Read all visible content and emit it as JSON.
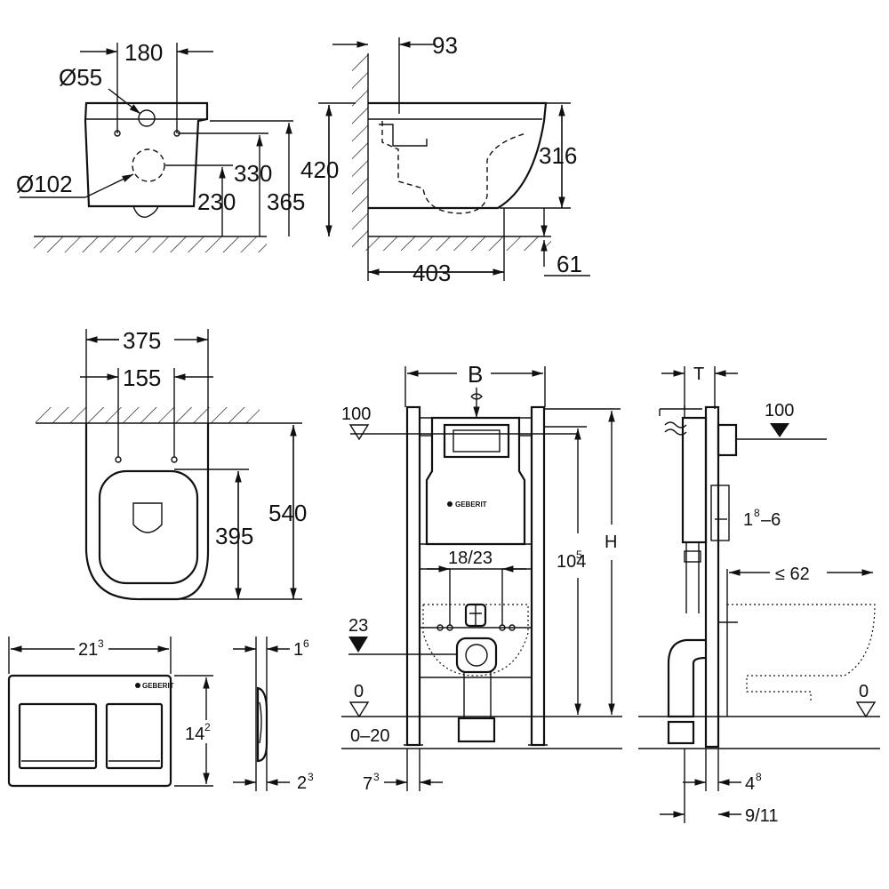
{
  "side_view": {
    "top_width": "180",
    "dia_small": "Ø55",
    "dia_large": "Ø102",
    "h_330": "330",
    "h_230": "230",
    "h_365": "365",
    "wall_offset": "93",
    "height_420": "420",
    "bowl_height": "316",
    "projection": "403",
    "rim_gap": "61"
  },
  "plan_view": {
    "width": "375",
    "bolt_spacing": "155",
    "depth_395": "395",
    "length_540": "540"
  },
  "flush_plate": {
    "width_main": "21",
    "width_sup": "3",
    "height_main": "14",
    "height_sup": "2",
    "thick_main": "1",
    "thick_sup": "6",
    "depth_main": "2",
    "depth_sup": "3",
    "brand": "GEBERIT"
  },
  "frame_front": {
    "width_label": "B",
    "level_100": "100",
    "level_23": "23",
    "level_0": "0",
    "range_0_20": "0–20",
    "spacing": "18/23",
    "h_main": "104",
    "h_sup": "5",
    "height_label": "H",
    "foot_main": "7",
    "foot_sup": "3",
    "brand": "GEBERIT"
  },
  "frame_side": {
    "depth_label": "T",
    "level_100": "100",
    "wall_main": "1",
    "wall_sup": "8",
    "wall_rest": "–6",
    "max_62": "≤ 62",
    "level_0": "0",
    "foot_main": "4",
    "foot_sup": "8",
    "depth_range": "9/11"
  }
}
